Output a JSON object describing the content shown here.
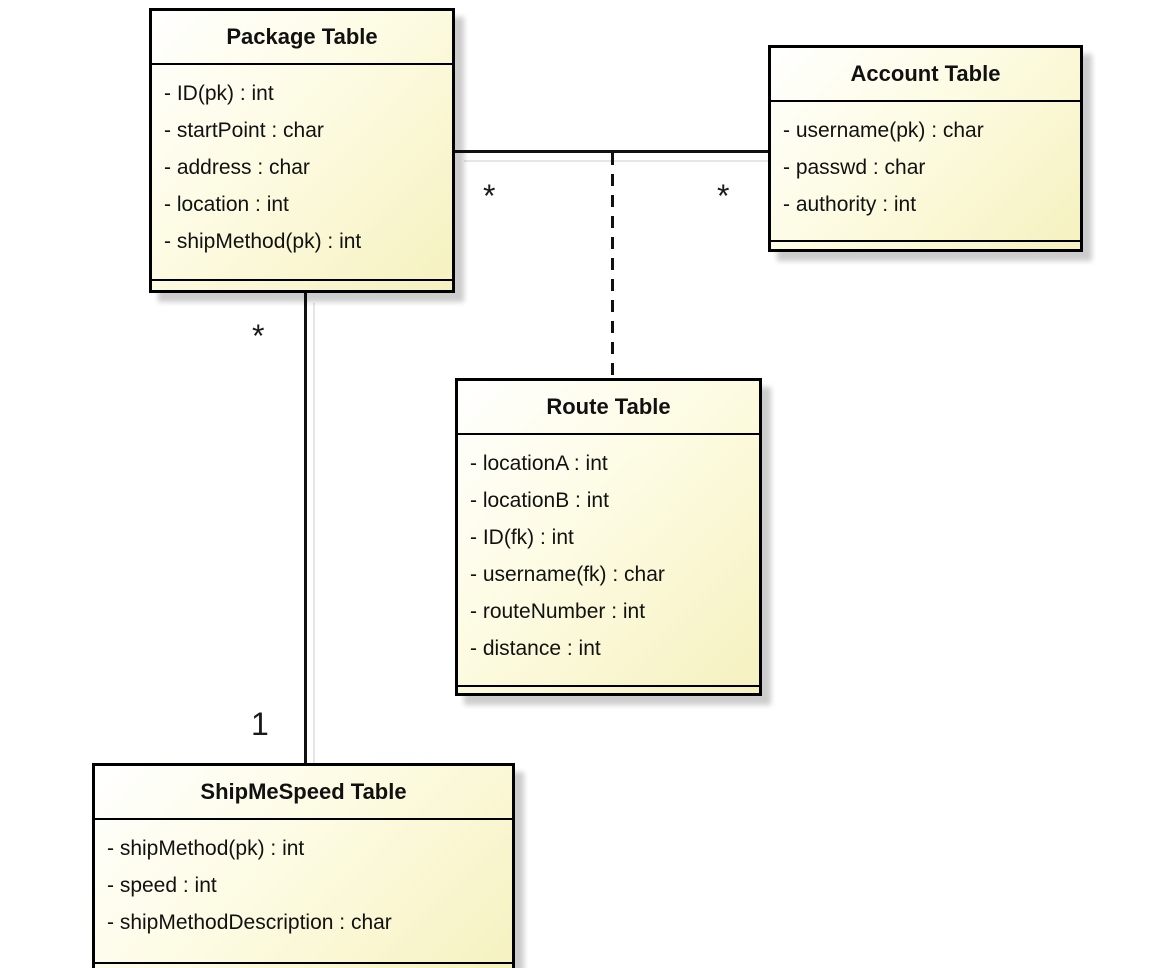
{
  "diagram": {
    "type": "database-schema-uml",
    "background_color": "#ffffff",
    "colors": {
      "box_fill_gradient_start": "#ffffff",
      "box_fill_gradient_end": "#f5f1bf",
      "box_border": "#000000",
      "connector": "#111111",
      "connector_shadow": "#e6e6e6",
      "text": "#111111"
    },
    "tables": [
      {
        "id": "package",
        "title": "Package Table",
        "attributes": [
          "- ID(pk) : int",
          "- startPoint : char",
          "- address : char",
          "- location : int",
          "- shipMethod(pk) : int"
        ]
      },
      {
        "id": "account",
        "title": "Account Table",
        "attributes": [
          "- username(pk) : char",
          "- passwd : char",
          "- authority : int"
        ]
      },
      {
        "id": "route",
        "title": "Route Table",
        "attributes": [
          "- locationA : int",
          "- locationB : int",
          "- ID(fk) : int",
          "- username(fk) : char",
          "- routeNumber : int",
          "- distance : int"
        ]
      },
      {
        "id": "shipmespeed",
        "title": "ShipMeSpeed Table",
        "attributes": [
          "- shipMethod(pk) : int",
          "- speed : int",
          "- shipMethodDescription : char"
        ]
      }
    ],
    "relationships": [
      {
        "id": "package-account",
        "type": "association",
        "from": "Package Table",
        "to": "Account Table",
        "from_multiplicity": "*",
        "to_multiplicity": "*",
        "style": "solid"
      },
      {
        "id": "route-association-class",
        "type": "association-class-link",
        "from": "Package Table - Account Table association",
        "to": "Route Table",
        "style": "dashed"
      },
      {
        "id": "package-shipmespeed",
        "type": "association",
        "from": "Package Table",
        "to": "ShipMeSpeed Table",
        "from_multiplicity": "*",
        "to_multiplicity": "1",
        "style": "solid"
      }
    ]
  }
}
